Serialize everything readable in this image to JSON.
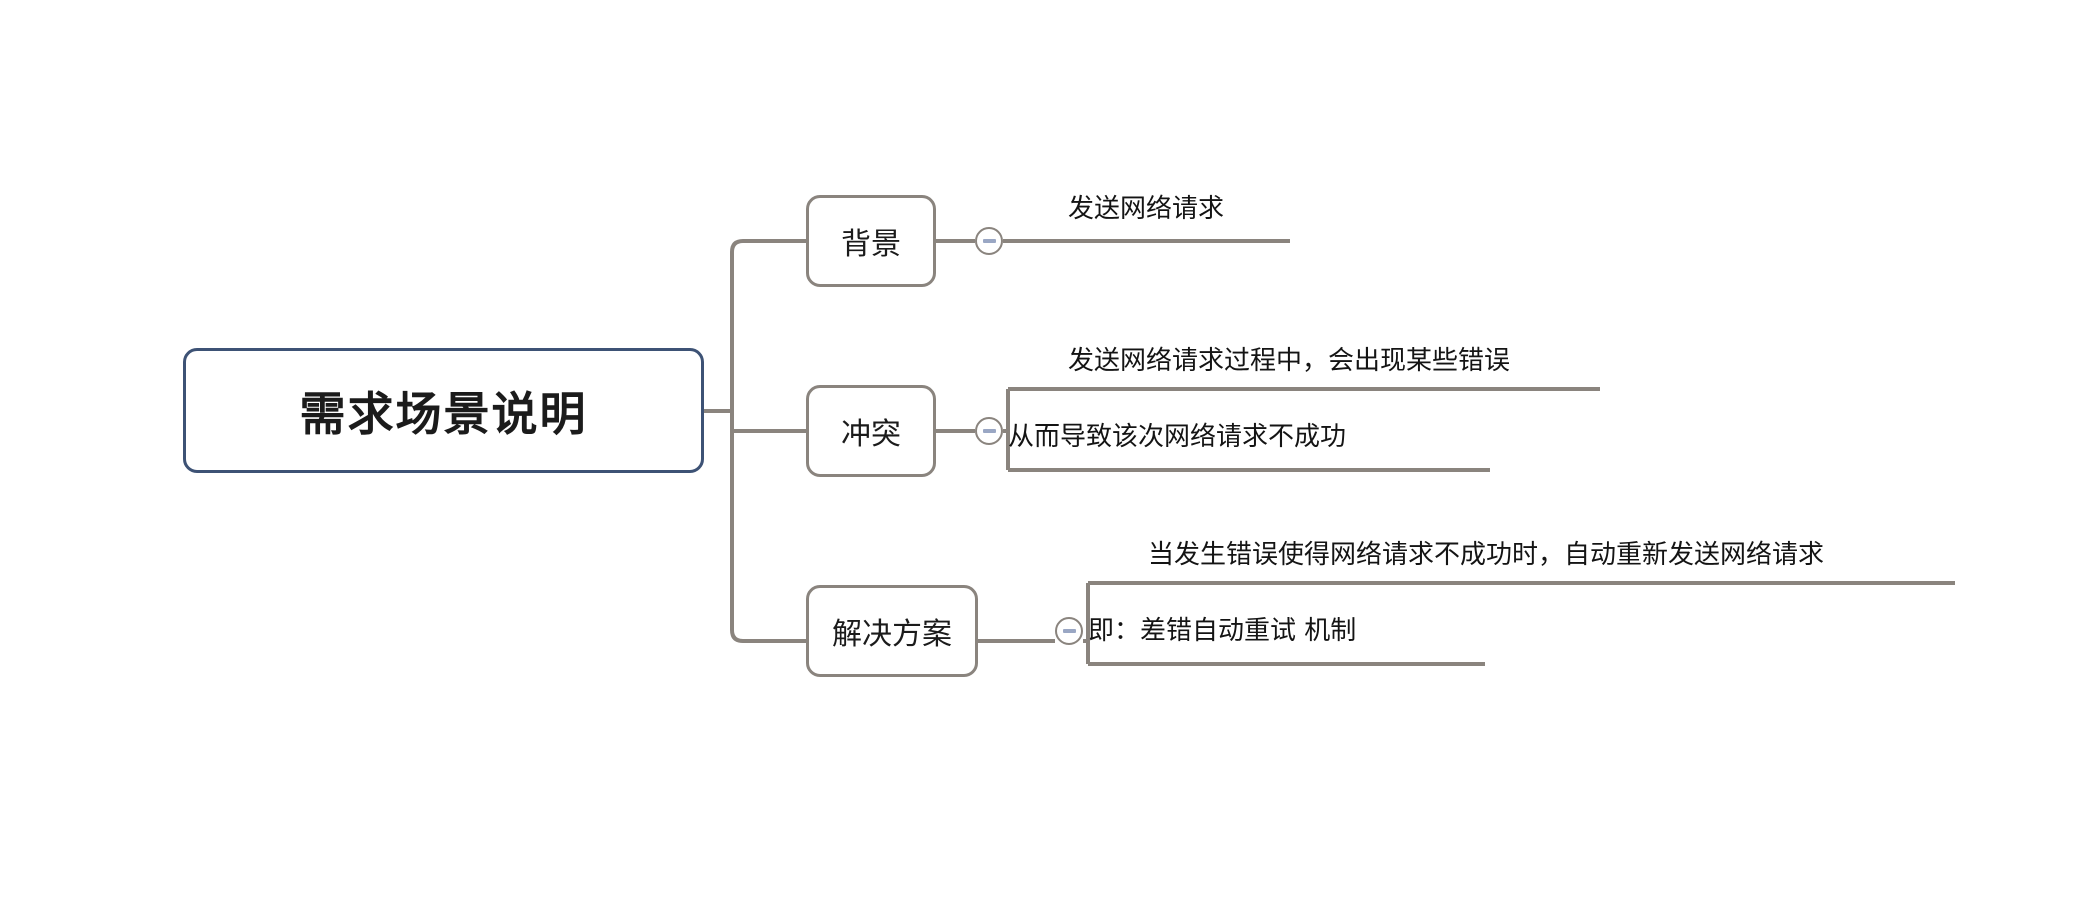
{
  "diagram": {
    "type": "mind-map",
    "title": "需求场景说明",
    "orientation": "left-to-right",
    "background_color": "#ffffff",
    "root": {
      "label": "需求场景说明",
      "border_color": "#3d5275",
      "fill_color": "#ffffff",
      "text_color": "#1b1b1b"
    },
    "branch_style": {
      "border_color": "#8a847e",
      "fill_color": "#ffffff",
      "text_color": "#1b1b1b"
    },
    "connector_color": "#8a847e",
    "toggle": {
      "icon": "minus-icon",
      "state": "expanded",
      "glyph_color": "#9aa7c4",
      "border_color": "#8a847e"
    },
    "branches": [
      {
        "label": "背景",
        "children": [
          {
            "text": "发送网络请求"
          }
        ]
      },
      {
        "label": "冲突",
        "children": [
          {
            "text": "发送网络请求过程中，会出现某些错误"
          },
          {
            "text": "从而导致该次网络请求不成功"
          }
        ]
      },
      {
        "label": "解决方案",
        "children": [
          {
            "text": "当发生错误使得网络请求不成功时，自动重新发送网络请求"
          },
          {
            "text": "即：差错自动重试 机制"
          }
        ]
      }
    ]
  }
}
